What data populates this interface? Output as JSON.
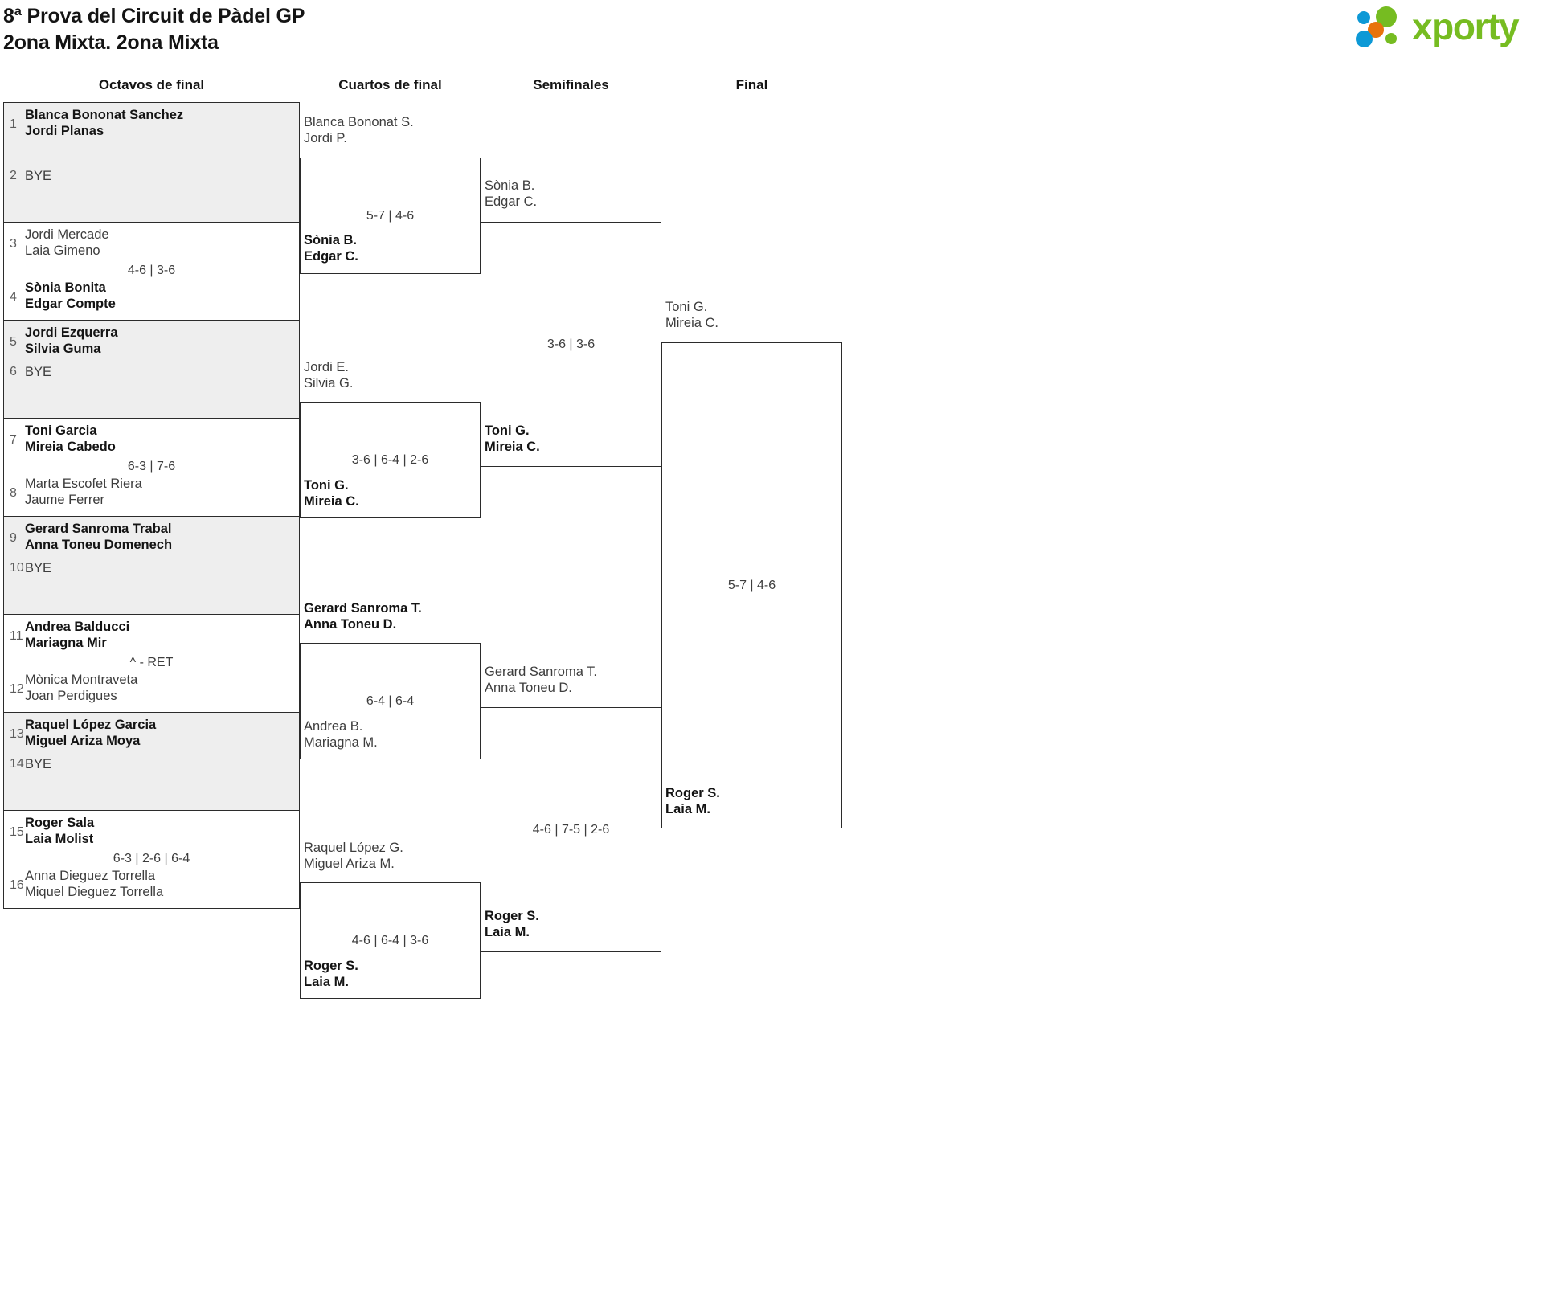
{
  "header": {
    "title_line1": "8ª Prova del Circuit de Pàdel GP",
    "title_line2": "2ona Mixta. 2ona Mixta",
    "logo_text": "xporty",
    "logo_colors": {
      "green": "#76bc21",
      "blue": "#0d99d6",
      "orange": "#e8730c"
    }
  },
  "rounds": [
    {
      "label": "Octavos de final"
    },
    {
      "label": "Cuartos de final"
    },
    {
      "label": "Semifinales"
    },
    {
      "label": "Final"
    }
  ],
  "round1": {
    "bye_label": "BYE",
    "matches": [
      {
        "shade": true,
        "p1": {
          "seed": "1",
          "line1": "Blanca Bononat Sanchez",
          "line2": "Jordi Planas",
          "winner": true,
          "bye": false
        },
        "p2": {
          "seed": "2",
          "line1": "BYE",
          "line2": "",
          "winner": false,
          "bye": true
        },
        "score": ""
      },
      {
        "shade": false,
        "p1": {
          "seed": "3",
          "line1": "Jordi Mercade",
          "line2": "Laia Gimeno",
          "winner": false,
          "bye": false
        },
        "p2": {
          "seed": "4",
          "line1": "Sònia Bonita",
          "line2": "Edgar Compte",
          "winner": true,
          "bye": false
        },
        "score": "4-6 | 3-6"
      },
      {
        "shade": true,
        "p1": {
          "seed": "5",
          "line1": "Jordi Ezquerra",
          "line2": "Silvia Guma",
          "winner": true,
          "bye": false
        },
        "p2": {
          "seed": "6",
          "line1": "BYE",
          "line2": "",
          "winner": false,
          "bye": true
        },
        "score": ""
      },
      {
        "shade": false,
        "p1": {
          "seed": "7",
          "line1": "Toni Garcia",
          "line2": "Mireia Cabedo",
          "winner": true,
          "bye": false
        },
        "p2": {
          "seed": "8",
          "line1": "Marta Escofet Riera",
          "line2": "Jaume Ferrer",
          "winner": false,
          "bye": false
        },
        "score": "6-3 | 7-6"
      },
      {
        "shade": true,
        "p1": {
          "seed": "9",
          "line1": "Gerard Sanroma Trabal",
          "line2": "Anna Toneu Domenech",
          "winner": true,
          "bye": false
        },
        "p2": {
          "seed": "10",
          "line1": "BYE",
          "line2": "",
          "winner": false,
          "bye": true
        },
        "score": ""
      },
      {
        "shade": false,
        "p1": {
          "seed": "11",
          "line1": "Andrea Balducci",
          "line2": "Mariagna Mir",
          "winner": true,
          "bye": false
        },
        "p2": {
          "seed": "12",
          "line1": "Mònica Montraveta",
          "line2": "Joan Perdigues",
          "winner": false,
          "bye": false
        },
        "score": "^ - RET"
      },
      {
        "shade": true,
        "p1": {
          "seed": "13",
          "line1": "Raquel López Garcia",
          "line2": "Miguel Ariza Moya",
          "winner": true,
          "bye": false
        },
        "p2": {
          "seed": "14",
          "line1": "BYE",
          "line2": "",
          "winner": false,
          "bye": true
        },
        "score": ""
      },
      {
        "shade": false,
        "p1": {
          "seed": "15",
          "line1": "Roger Sala",
          "line2": "Laia Molist",
          "winner": true,
          "bye": false
        },
        "p2": {
          "seed": "16",
          "line1": "Anna Dieguez Torrella",
          "line2": "Miquel Dieguez Torrella",
          "winner": false,
          "bye": false
        },
        "score": "6-3 | 2-6 | 6-4"
      }
    ]
  },
  "round2": {
    "matches": [
      {
        "top": {
          "line1": "Blanca Bononat S.",
          "line2": "Jordi P.",
          "winner": false
        },
        "bottom": {
          "line1": "Sònia B.",
          "line2": "Edgar C.",
          "winner": true
        },
        "score": "5-7 | 4-6"
      },
      {
        "top": {
          "line1": "Jordi E.",
          "line2": "Silvia G.",
          "winner": false
        },
        "bottom": {
          "line1": "Toni G.",
          "line2": "Mireia C.",
          "winner": true
        },
        "score": "3-6 | 6-4 | 2-6"
      },
      {
        "top": {
          "line1": "Gerard Sanroma T.",
          "line2": "Anna Toneu D.",
          "winner": true
        },
        "bottom": {
          "line1": "Andrea B.",
          "line2": "Mariagna M.",
          "winner": false
        },
        "score": "6-4 | 6-4"
      },
      {
        "top": {
          "line1": "Raquel López G.",
          "line2": "Miguel Ariza M.",
          "winner": false
        },
        "bottom": {
          "line1": "Roger S.",
          "line2": "Laia M.",
          "winner": true
        },
        "score": "4-6 | 6-4 | 3-6"
      }
    ]
  },
  "round3": {
    "matches": [
      {
        "top": {
          "line1": "Sònia B.",
          "line2": "Edgar C.",
          "winner": false
        },
        "bottom": {
          "line1": "Toni G.",
          "line2": "Mireia C.",
          "winner": true
        },
        "score": "3-6 | 3-6"
      },
      {
        "top": {
          "line1": "Gerard Sanroma T.",
          "line2": "Anna Toneu D.",
          "winner": false
        },
        "bottom": {
          "line1": "Roger S.",
          "line2": "Laia M.",
          "winner": true
        },
        "score": "4-6 | 7-5 | 2-6"
      }
    ]
  },
  "round4": {
    "matches": [
      {
        "top": {
          "line1": "Toni G.",
          "line2": "Mireia C.",
          "winner": false
        },
        "bottom": {
          "line1": "Roger S.",
          "line2": "Laia M.",
          "winner": true
        },
        "score": "5-7 | 4-6"
      }
    ]
  }
}
